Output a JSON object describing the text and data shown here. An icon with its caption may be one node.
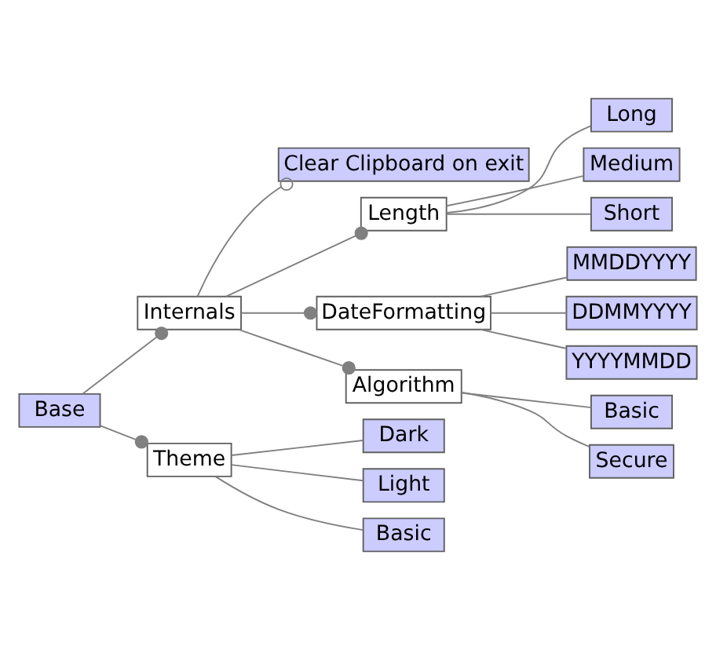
{
  "diagram": {
    "nodes": [
      {
        "text": [
          "Base"
        ]
      },
      {
        "text": [
          "Internals"
        ]
      },
      {
        "text": [
          "Clear Clipboard on exit"
        ]
      },
      {
        "text": [
          "Length"
        ]
      },
      {
        "text": [
          "Long"
        ]
      },
      {
        "text": [
          "Medium"
        ]
      },
      {
        "text": [
          "Short"
        ]
      },
      {
        "text": [
          "DateFormatting"
        ]
      },
      {
        "text": [
          "MMDDYYYY"
        ]
      },
      {
        "text": [
          "DDMMYYYY"
        ]
      },
      {
        "text": [
          "YYYYMMDD"
        ]
      },
      {
        "text": [
          "Algorithm"
        ]
      },
      {
        "text": [
          "Basic"
        ]
      },
      {
        "text": [
          "Secure"
        ]
      },
      {
        "text": [
          "Theme"
        ]
      },
      {
        "text": [
          "Dark"
        ]
      },
      {
        "text": [
          "Light"
        ]
      },
      {
        "text": [
          "Basic"
        ]
      }
    ],
    "edges": [
      {
        "from": 0,
        "to": 1,
        "arrow": "other"
      },
      {
        "from": 1,
        "to": 2,
        "arrow": "other"
      },
      {
        "from": 1,
        "to": 3,
        "arrow": "other"
      },
      {
        "from": 3,
        "to": 4,
        "arrow": "none"
      },
      {
        "from": 3,
        "to": 5,
        "arrow": "none"
      },
      {
        "from": 3,
        "to": 6,
        "arrow": "none"
      },
      {
        "from": 1,
        "to": 7,
        "arrow": "other"
      },
      {
        "from": 7,
        "to": 8,
        "arrow": "none"
      },
      {
        "from": 7,
        "to": 9,
        "arrow": "none"
      },
      {
        "from": 7,
        "to": 10,
        "arrow": "none"
      },
      {
        "from": 1,
        "to": 11,
        "arrow": "other"
      },
      {
        "from": 11,
        "to": 12,
        "arrow": "none"
      },
      {
        "from": 11,
        "to": 13,
        "arrow": "none"
      },
      {
        "from": 0,
        "to": 14,
        "arrow": "other"
      },
      {
        "from": 14,
        "to": 15,
        "arrow": "none"
      },
      {
        "from": 14,
        "to": 16,
        "arrow": "none"
      },
      {
        "from": 14,
        "to": 17,
        "arrow": "none"
      }
    ]
  }
}
